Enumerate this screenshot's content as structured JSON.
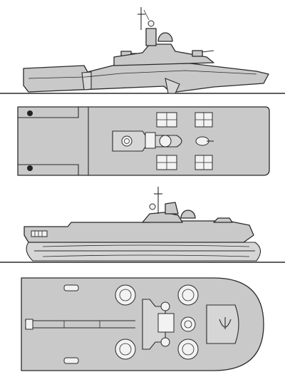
{
  "figure": {
    "views": [
      {
        "id": "hydrofoil-side"
      },
      {
        "id": "hydrofoil-top"
      },
      {
        "id": "hovercraft-side"
      },
      {
        "id": "hovercraft-top"
      }
    ]
  },
  "colors": {
    "hull_fill": "#c9c9c9",
    "outline": "#2a2a2a",
    "background": "#ffffff"
  }
}
